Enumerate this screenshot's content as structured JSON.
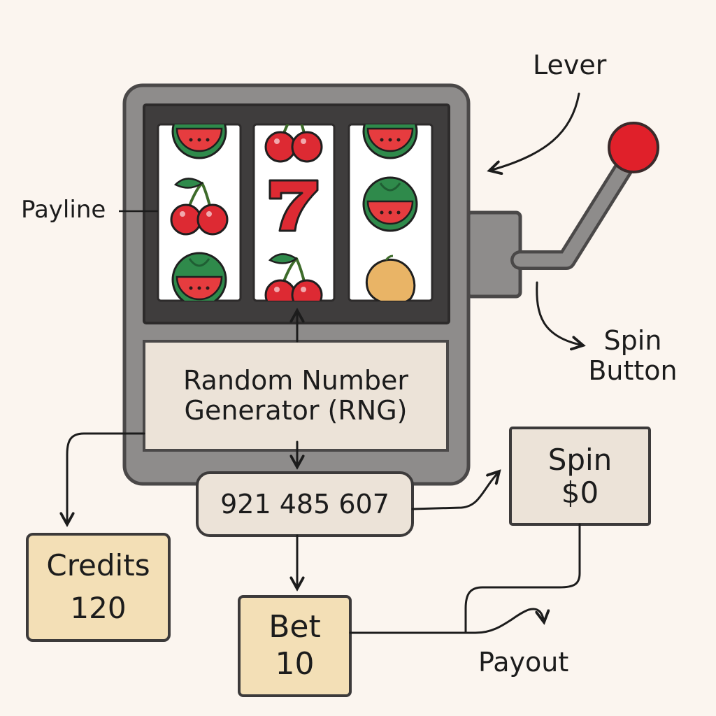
{
  "labels": {
    "lever": "Lever",
    "payline": "Payline",
    "spin_button": [
      "Spin",
      "Button"
    ],
    "payout": "Payout"
  },
  "rng_box": {
    "lines": [
      "Random Number",
      "Generator (RNG)"
    ]
  },
  "number_box": {
    "value": "921 485 607"
  },
  "spin_box": {
    "title": "Spin",
    "value": "$0"
  },
  "credits_box": {
    "title": "Credits",
    "value": "120"
  },
  "bet_box": {
    "title": "Bet",
    "value": "10"
  },
  "reels": [
    [
      "watermelon-icon",
      "cherry-icon",
      "watermelon-icon"
    ],
    [
      "cherry-icon",
      "seven-icon",
      "cherry-icon"
    ],
    [
      "watermelon-icon",
      "watermelon-icon",
      "mango-icon"
    ]
  ],
  "colors": {
    "cabinet": "#8e8c8b",
    "outline": "#4a4848",
    "screen": "#3f3d3d",
    "reel_bg": "#ffffff",
    "panel": "#ece3d8",
    "box_tan": "#f3dfb6",
    "knob": "#e0202a",
    "cherry": "#dd2a33",
    "watermelon_rind": "#2f8a4b",
    "watermelon_flesh": "#e63c3f",
    "mango": "#e9b466",
    "text": "#1c1c1c"
  }
}
